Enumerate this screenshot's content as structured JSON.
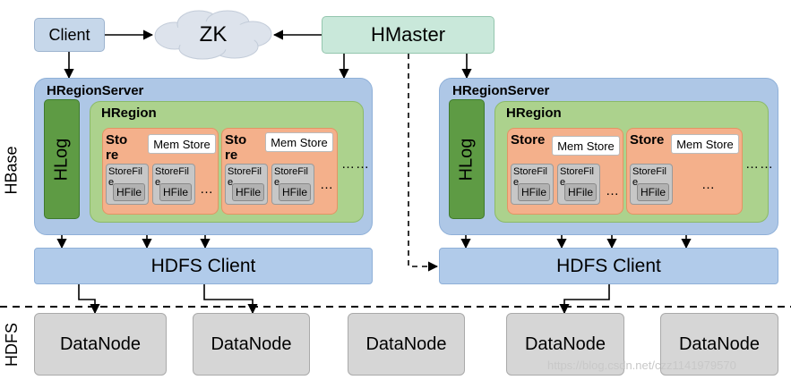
{
  "labels": {
    "client": "Client",
    "zk": "ZK",
    "hmaster": "HMaster",
    "hbase": "HBase",
    "hdfs": "HDFS",
    "hregionserver": "HRegionServer",
    "hregion": "HRegion",
    "hlog": "HLog",
    "store": "Store",
    "memstore": "Mem Store",
    "storefile": "StoreFile",
    "hfile": "HFile",
    "ellipsis_short": "…",
    "ellipsis_long": "……",
    "hdfs_client": "HDFS Client",
    "datanode": "DataNode"
  },
  "watermark": "https://blog.csdn.net/czz1141979570",
  "colors": {
    "client_fill": "#c6d7ea",
    "hmaster_fill": "#c9e8da",
    "regionserver_fill": "#aec7e6",
    "hlog_fill": "#5e9b44",
    "hregion_fill": "#acd28d",
    "store_fill": "#f4b08b",
    "storefile_fill": "#c7c7c7",
    "datanode_fill": "#d6d6d6"
  }
}
